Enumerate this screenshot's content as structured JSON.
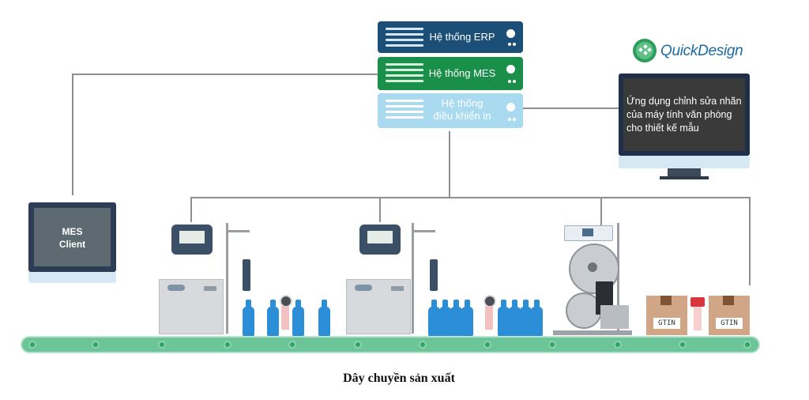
{
  "servers": {
    "erp": {
      "label": "Hệ thống ERP",
      "color": "#1c4f78",
      "bar_color": "#d6e6f2"
    },
    "mes": {
      "label": "Hệ thống MES",
      "color": "#1a8f4a",
      "bar_color": "#d4f0de"
    },
    "print": {
      "label_line1": "Hệ thống",
      "label_line2": "điều khiển in",
      "color": "#a9daf0",
      "bar_color": "#ffffff"
    }
  },
  "quickdesign": {
    "logo_text": "QuickDesign",
    "screen_text": "Ứng dụng chỉnh sửa nhãn của máy tính văn phòng cho thiết kế mẫu"
  },
  "mes_client": {
    "line1": "MES",
    "line2": "Client"
  },
  "boxes": [
    {
      "label": "GTIN"
    },
    {
      "label": "GTIN"
    }
  ],
  "caption": "Dây chuyền sản xuất",
  "colors": {
    "conveyor": "#6cc499",
    "lines": "#8a8f93",
    "bottle": "#2c8ed6",
    "box": "#d1a686"
  }
}
